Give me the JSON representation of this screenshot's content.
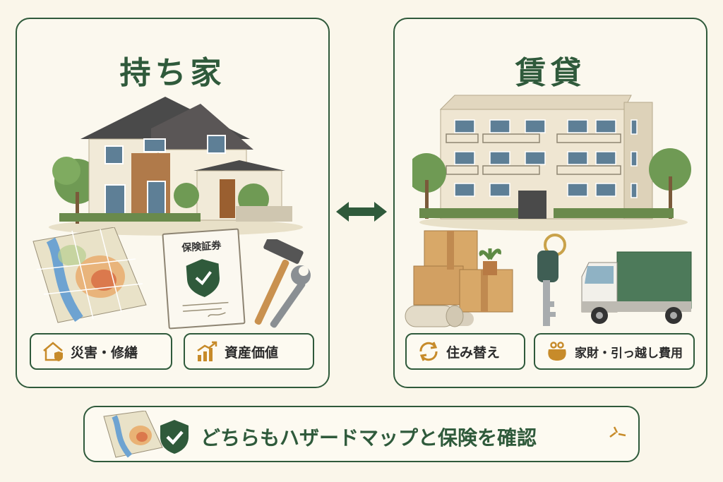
{
  "left_panel": {
    "title": "持ち家",
    "scene_items": [
      "house-illustration",
      "hazard-map-icon",
      "insurance-certificate-icon",
      "hammer-icon",
      "wrench-icon"
    ],
    "certificate_label": "保険証券",
    "tags": [
      {
        "icon": "house-shield-icon",
        "label": "災害・修繕"
      },
      {
        "icon": "growth-chart-icon",
        "label": "資産価値"
      }
    ]
  },
  "right_panel": {
    "title": "賃貸",
    "scene_items": [
      "apartment-illustration",
      "cardboard-boxes-icon",
      "rolled-rug-icon",
      "potted-plant-icon",
      "key-icon",
      "moving-truck-icon"
    ],
    "tags": [
      {
        "icon": "cycle-arrows-icon",
        "label": "住み替え"
      },
      {
        "icon": "wallet-icon",
        "label": "家財・引っ越し費用"
      }
    ]
  },
  "center_icon": "double-arrow-icon",
  "bottom_banner": {
    "text": "どちらもハザードマップと保険を確認",
    "icons": [
      "hazard-map-icon",
      "shield-check-icon",
      "sparkle-lines-icon"
    ]
  },
  "colors": {
    "primary_green": "#2f5a3b",
    "accent_gold": "#d29a2e",
    "background": "#faf6ea"
  }
}
